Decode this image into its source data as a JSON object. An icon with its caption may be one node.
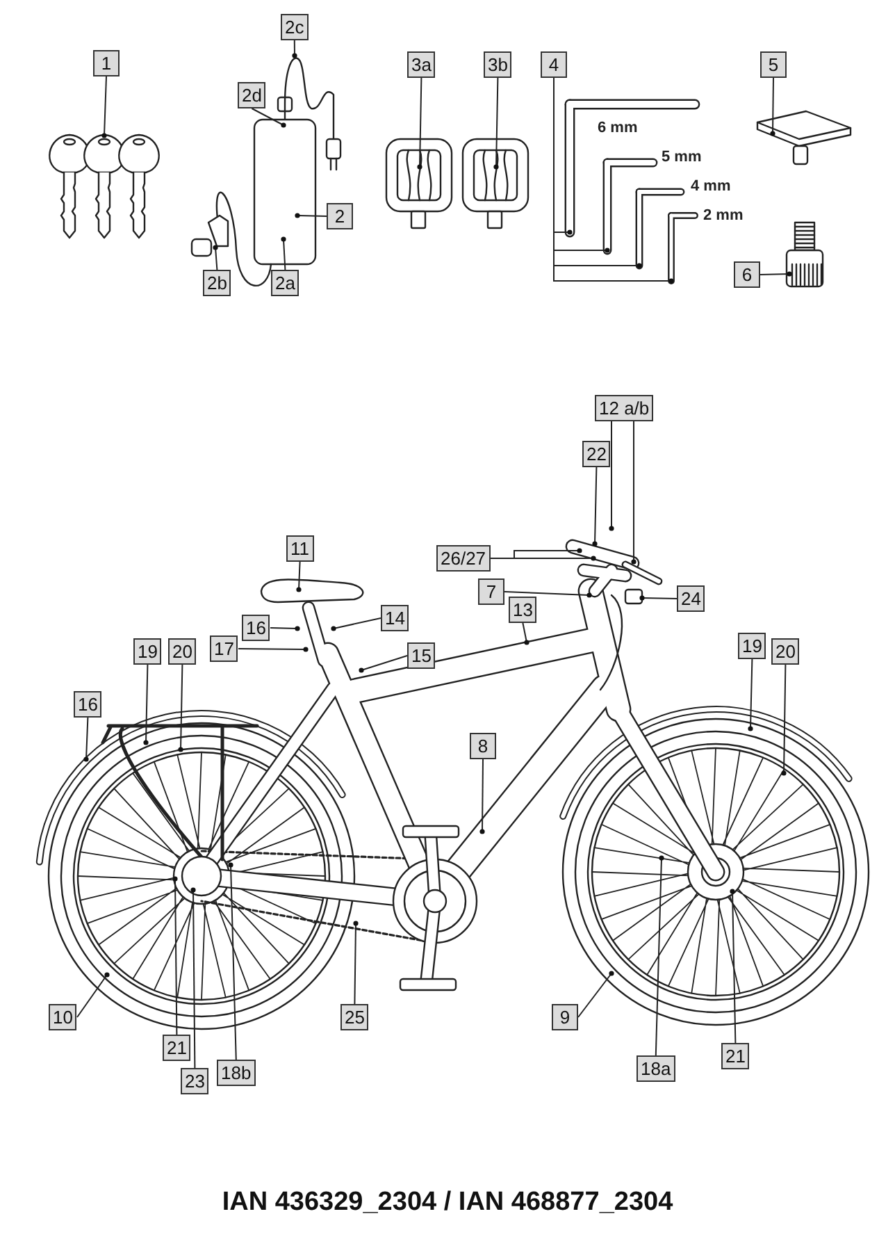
{
  "diagram": {
    "caption": "IAN 436329_2304 / IAN 468877_2304",
    "nodes": [
      {
        "text": [
          "1"
        ]
      },
      {
        "text": [
          "2c"
        ]
      },
      {
        "text": [
          "2d"
        ]
      },
      {
        "text": [
          "2"
        ]
      },
      {
        "text": [
          "2b"
        ]
      },
      {
        "text": [
          "2a"
        ]
      },
      {
        "text": [
          "3a"
        ]
      },
      {
        "text": [
          "3b"
        ]
      },
      {
        "text": [
          "4"
        ]
      },
      {
        "text": [
          "5"
        ]
      },
      {
        "text": [
          "6"
        ]
      },
      {
        "text": [
          "12 a/b"
        ]
      },
      {
        "text": [
          "22"
        ]
      },
      {
        "text": [
          "26/27"
        ]
      },
      {
        "text": [
          "11"
        ]
      },
      {
        "text": [
          "7"
        ]
      },
      {
        "text": [
          "24"
        ]
      },
      {
        "text": [
          "13"
        ]
      },
      {
        "text": [
          "16"
        ]
      },
      {
        "text": [
          "14"
        ]
      },
      {
        "text": [
          "17"
        ]
      },
      {
        "text": [
          "15"
        ]
      },
      {
        "text": [
          "19"
        ]
      },
      {
        "text": [
          "20"
        ]
      },
      {
        "text": [
          "19"
        ]
      },
      {
        "text": [
          "20"
        ]
      },
      {
        "text": [
          "16"
        ]
      },
      {
        "text": [
          "8"
        ]
      },
      {
        "text": [
          "10"
        ]
      },
      {
        "text": [
          "25"
        ]
      },
      {
        "text": [
          "9"
        ]
      },
      {
        "text": [
          "21"
        ]
      },
      {
        "text": [
          "18b"
        ]
      },
      {
        "text": [
          "23"
        ]
      },
      {
        "text": [
          "18a"
        ]
      },
      {
        "text": [
          "21"
        ]
      },
      {
        "text": [],
        "shape": "picture"
      },
      {
        "text": [],
        "shape": "picture"
      },
      {
        "text": [],
        "shape": "picture"
      },
      {
        "text": [],
        "shape": "picture"
      },
      {
        "text": [],
        "shape": "picture"
      },
      {
        "text": [],
        "shape": "picture"
      },
      {
        "text": [],
        "shape": "picture"
      }
    ],
    "edges": [
      {
        "from": 0,
        "to": 37,
        "arrow": "other"
      },
      {
        "from": 1,
        "to": null,
        "arrow": "other"
      },
      {
        "from": 2,
        "to": null,
        "arrow": "other"
      },
      {
        "from": 3,
        "to": null,
        "arrow": "other"
      },
      {
        "from": 4,
        "to": null,
        "arrow": "other"
      },
      {
        "from": 5,
        "to": null,
        "arrow": "other"
      },
      {
        "from": 6,
        "to": null,
        "arrow": "other"
      },
      {
        "from": 7,
        "to": null,
        "arrow": "other"
      },
      {
        "from": 8,
        "to": 39,
        "arrow": "other"
      },
      {
        "from": 8,
        "to": 40,
        "arrow": "other"
      },
      {
        "from": 8,
        "to": 41,
        "arrow": "other"
      },
      {
        "from": 8,
        "to": 42,
        "arrow": "other"
      },
      {
        "from": 9,
        "to": null,
        "arrow": "other"
      },
      {
        "from": 10,
        "to": null,
        "arrow": "other"
      },
      {
        "from": 11,
        "to": null,
        "arrow": "other"
      },
      {
        "from": 11,
        "to": null,
        "arrow": "other"
      },
      {
        "from": 12,
        "to": null,
        "arrow": "other"
      },
      {
        "from": 13,
        "to": null,
        "arrow": "other"
      },
      {
        "from": 13,
        "to": null,
        "arrow": "other"
      },
      {
        "from": 14,
        "to": null,
        "arrow": "other"
      },
      {
        "from": 15,
        "to": null,
        "arrow": "other"
      },
      {
        "from": 16,
        "to": null,
        "arrow": "other"
      },
      {
        "from": 17,
        "to": null,
        "arrow": "other"
      },
      {
        "from": 18,
        "to": null,
        "arrow": "other"
      },
      {
        "from": 19,
        "to": null,
        "arrow": "other"
      },
      {
        "from": 20,
        "to": null,
        "arrow": "other"
      },
      {
        "from": 21,
        "to": null,
        "arrow": "other"
      },
      {
        "from": 22,
        "to": null,
        "arrow": "other"
      },
      {
        "from": 23,
        "to": null,
        "arrow": "other"
      },
      {
        "from": 24,
        "to": null,
        "arrow": "other"
      },
      {
        "from": 25,
        "to": null,
        "arrow": "other"
      },
      {
        "from": 26,
        "to": null,
        "arrow": "other"
      },
      {
        "from": 27,
        "to": null,
        "arrow": "other"
      },
      {
        "from": 28,
        "to": null,
        "arrow": "other"
      },
      {
        "from": 29,
        "to": null,
        "arrow": "other"
      },
      {
        "from": 30,
        "to": null,
        "arrow": "other"
      },
      {
        "from": 31,
        "to": null,
        "arrow": "other"
      },
      {
        "from": 32,
        "to": null,
        "arrow": "other"
      },
      {
        "from": 33,
        "to": null,
        "arrow": "other"
      },
      {
        "from": 34,
        "to": null,
        "arrow": "other"
      },
      {
        "from": 35,
        "to": null,
        "arrow": "other"
      }
    ],
    "labels": [
      "6 mm",
      "5 mm",
      "4 mm",
      "2 mm"
    ]
  }
}
